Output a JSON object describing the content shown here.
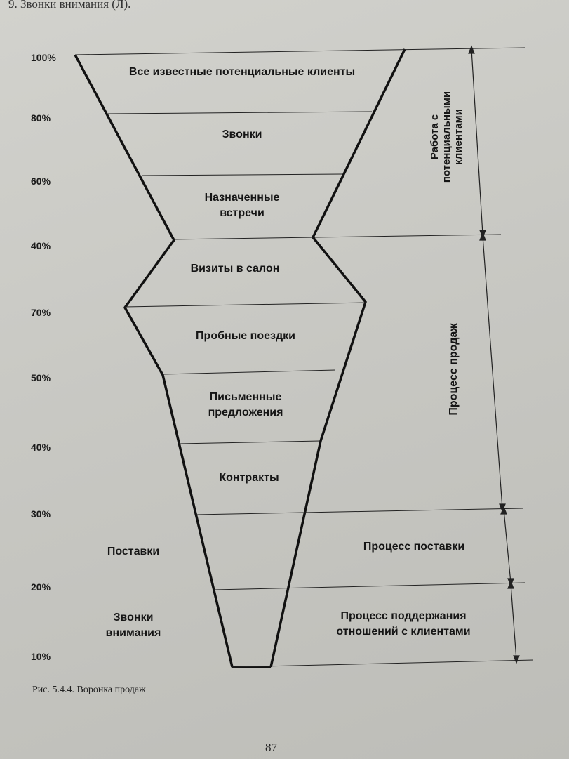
{
  "heading": "9. Звонки внимания (Л).",
  "percent_labels": [
    "100%",
    "80%",
    "60%",
    "40%",
    "70%",
    "50%",
    "40%",
    "30%",
    "20%",
    "10%"
  ],
  "stages": [
    {
      "lines": [
        "Все известные потенциальные клиенты"
      ]
    },
    {
      "lines": [
        "Звонки"
      ]
    },
    {
      "lines": [
        "Назначенные",
        "встречи"
      ]
    },
    {
      "lines": [
        "Визиты в салон"
      ]
    },
    {
      "lines": [
        "Пробные поездки"
      ]
    },
    {
      "lines": [
        "Письменные",
        "предложения"
      ]
    },
    {
      "lines": [
        "Контракты"
      ]
    }
  ],
  "left_labels": {
    "deliveries": "Поставки",
    "attention_calls": [
      "Звонки",
      "внимания"
    ]
  },
  "brackets": {
    "potential_clients": [
      "Работа с",
      "потенциальными",
      "клиентами"
    ],
    "sales_process": "Процесс продаж",
    "delivery_process": "Процесс поставки",
    "relationship_process": [
      "Процесс поддержания",
      "отношений с клиентами"
    ]
  },
  "caption": "Рис. 5.4.4. Воронка продаж",
  "page_number": "87"
}
